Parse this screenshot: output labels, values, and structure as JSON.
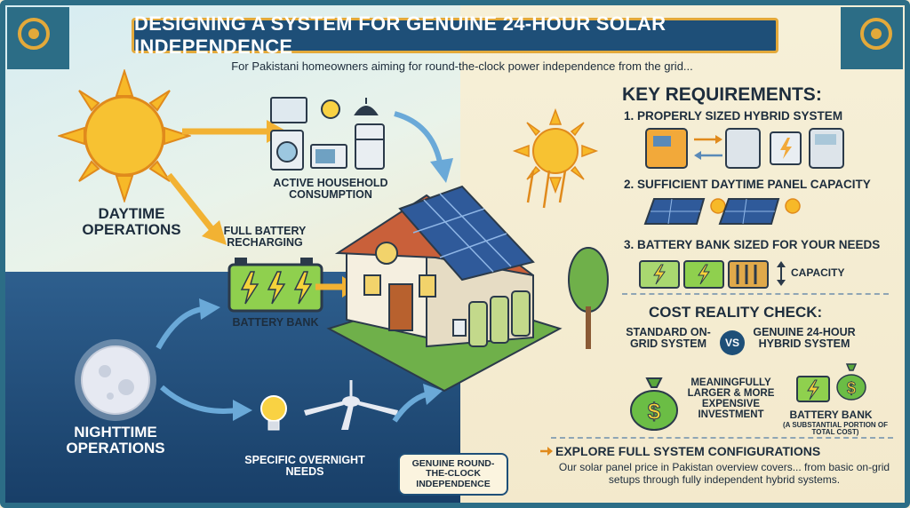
{
  "title": "DESIGNING A SYSTEM FOR GENUINE 24-HOUR SOLAR INDEPENDENCE",
  "subtitle": "For Pakistani homeowners aiming for round-the-clock power independence from the grid...",
  "left": {
    "daytime": "DAYTIME OPERATIONS",
    "nighttime": "NIGHTTIME OPERATIONS",
    "household": "ACTIVE HOUSEHOLD CONSUMPTION",
    "recharging": "FULL BATTERY RECHARGING",
    "battery_bank": "BATTERY BANK",
    "overnight": "SPECIFIC OVERNIGHT NEEDS",
    "badge": "GENUINE ROUND-THE-CLOCK INDEPENDENCE"
  },
  "requirements": {
    "title": "KEY REQUIREMENTS:",
    "item1": "1. PROPERLY SIZED HYBRID SYSTEM",
    "item2": "2. SUFFICIENT DAYTIME PANEL CAPACITY",
    "item3": "3. BATTERY BANK SIZED FOR YOUR NEEDS",
    "capacity": "CAPACITY"
  },
  "cost": {
    "title": "COST REALITY CHECK:",
    "standard": "STANDARD ON-GRID SYSTEM",
    "vs": "VS",
    "hybrid": "GENUINE 24-HOUR HYBRID SYSTEM",
    "investment": "MEANINGFULLY LARGER & MORE EXPENSIVE INVESTMENT",
    "battery": "BATTERY BANK",
    "battery_note": "(A SUBSTANTIAL PORTION OF TOTAL COST)"
  },
  "explore": {
    "title": "EXPLORE FULL SYSTEM CONFIGURATIONS",
    "text": "Our solar panel price in Pakistan overview covers... from basic on-grid setups through fully independent hybrid systems."
  },
  "colors": {
    "navy": "#1e4f78",
    "gold": "#e3a93a",
    "sun": "#f7b928",
    "battery_green": "#7cc04a",
    "money_green": "#5aa83c"
  }
}
